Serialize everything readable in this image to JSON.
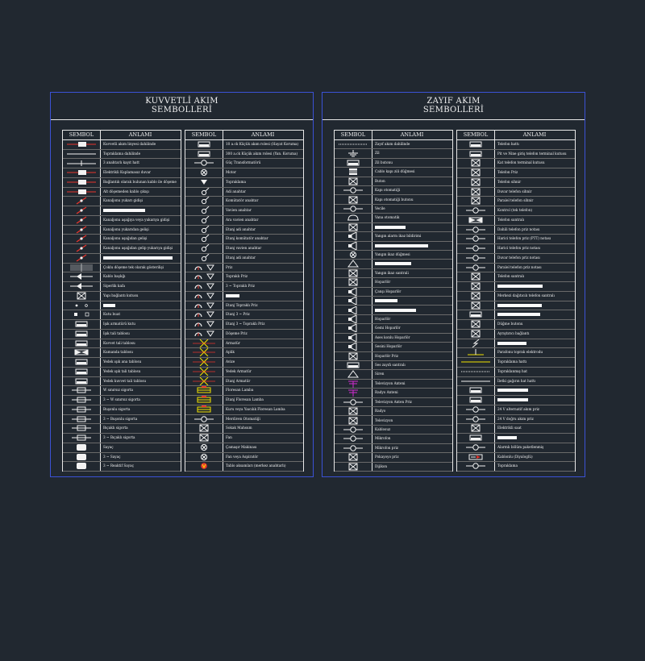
{
  "colors": {
    "background": "#212830",
    "frame": "#3b52d6",
    "line": "#e8e8e8",
    "text": "#f2f2f2"
  },
  "sheets": [
    {
      "title_lines": [
        "KUVVETLİ AKIM",
        "SEMBOLLERİ"
      ],
      "tables": [
        {
          "header": [
            "SEMBOL",
            "ANLAMI"
          ],
          "rows": [
            {
              "icon": "red-line",
              "text": "Kuvvetli akım linyesi dahilinde"
            },
            {
              "icon": "white-line",
              "text": "Topraklama dahilinde"
            },
            {
              "icon": "line-tick",
              "text": "3 anahtarlı kayıt hatt"
            },
            {
              "icon": "red-line",
              "text": "Elektrikli Kuplamasız duvar"
            },
            {
              "icon": "red-line",
              "text": "Bağlantılı olarak bulunan kablo ile döşeme"
            },
            {
              "icon": "red-line",
              "text": "Alt döşemeden kablo çıkışı"
            },
            {
              "icon": "red-diag",
              "text": "Kanaljonu yukarı gidişi"
            },
            {
              "icon": "red-diag",
              "bar": 55
            },
            {
              "icon": "red-diag",
              "text": "Kanaljonu aşağıya veya yukarıya gidişi"
            },
            {
              "icon": "red-diag",
              "text": "Kanaljonu yukarıdan gelişi"
            },
            {
              "icon": "red-diag",
              "text": "Kanaljonu aşağıdan gelişi"
            },
            {
              "icon": "red-diag",
              "text": "Kanaljonu aşağıdan gelip yukarıya gidişi"
            },
            {
              "icon": "red-diag",
              "bar": 92
            },
            {
              "icon": "multi-line",
              "text": "Çoklu döşeme tek olarak gösterilişi"
            },
            {
              "icon": "arrow-line",
              "text": "Kablo başlığı"
            },
            {
              "icon": "arrow-line",
              "text": "Siperlik kafa"
            },
            {
              "icon": "box-x",
              "text": "Yapı bağlantı kutusu"
            },
            {
              "icon": "dots",
              "bar": 16
            },
            {
              "icon": "small-squares",
              "text": "Kutu buat"
            },
            {
              "icon": "white-box",
              "text": "Işık armatürü kutu"
            },
            {
              "icon": "white-box",
              "text": "Işık tali tablosu"
            },
            {
              "icon": "white-box",
              "text": "Kuvvet tali tablosu"
            },
            {
              "icon": "bowtie",
              "text": "Kumanda tablosu"
            },
            {
              "icon": "white-box",
              "text": "Yedek ışık ana tablosu"
            },
            {
              "icon": "white-box",
              "text": "Yedek ışık tali tablosu"
            },
            {
              "icon": "white-box",
              "text": "Yedek kuvvet tali tablosu"
            },
            {
              "icon": "fuse",
              "text": "W sınırsız sigorta"
            },
            {
              "icon": "fuse",
              "text": "3 ~ W sınırsız sigorta"
            },
            {
              "icon": "fuse",
              "text": "Buşonlu sigorta"
            },
            {
              "icon": "fuse",
              "text": "3 ~ Buşonlu sigorta"
            },
            {
              "icon": "fuse",
              "text": "Bıçaklı sigorta"
            },
            {
              "icon": "fuse",
              "text": "3 ~ Bıçaklı sigorta"
            },
            {
              "icon": "scroll",
              "text": "Sayaç"
            },
            {
              "icon": "scroll",
              "text": "3 ~ Sayaç"
            },
            {
              "icon": "scroll",
              "text": "3 ~ Reaktif Sayaç"
            }
          ]
        },
        {
          "header": [
            "SEMBOL",
            "ANLAMI"
          ],
          "rows": [
            {
              "icon": "white-box",
              "text": "10 a.ck Küçük akım rolesi (Hayat Koruma)"
            },
            {
              "icon": "white-box",
              "text": "300 a.ck Küçük akım rolesi (Yan. Koruma)"
            },
            {
              "icon": "circle-line",
              "text": "Güç Transformatörü"
            },
            {
              "icon": "circle-x",
              "text": "Motor"
            },
            {
              "icon": "heart",
              "text": "Topraklama"
            },
            {
              "icon": "lamp",
              "text": "Adi anahtar"
            },
            {
              "icon": "lamp",
              "text": "Komütatör anahtar"
            },
            {
              "icon": "lamp",
              "text": "Vavien anahtar"
            },
            {
              "icon": "lamp",
              "text": "Ara vavien anahtar"
            },
            {
              "icon": "lamp",
              "text": "Etanj adi anahtar"
            },
            {
              "icon": "lamp",
              "text": "Etanj komütatör anahtar"
            },
            {
              "icon": "lamp",
              "text": "Etanj vavien anahtar"
            },
            {
              "icon": "lamp",
              "text": "Etanj adi anahtar"
            },
            {
              "icon": "socket-red",
              "text": "Priz"
            },
            {
              "icon": "socket-red",
              "text": "Topraklı Priz"
            },
            {
              "icon": "socket-red",
              "text": "3 ~ Topraklı Priz"
            },
            {
              "icon": "socket-red",
              "bar": 18
            },
            {
              "icon": "socket-red",
              "text": "Etanj Topraklı Priz"
            },
            {
              "icon": "socket-red",
              "text": "Etanj 3 ~ Priz"
            },
            {
              "icon": "socket-red",
              "text": "Etanj 3 ~ Topraklı Priz"
            },
            {
              "icon": "socket-red",
              "text": "Döşeme Priz"
            },
            {
              "icon": "cross-yellow",
              "text": "Armatür"
            },
            {
              "icon": "cross-yellow",
              "text": "Aplik"
            },
            {
              "icon": "cross-yellow",
              "text": "Avize"
            },
            {
              "icon": "cross-yellow",
              "text": "Yedek Armatür"
            },
            {
              "icon": "cross-yellow",
              "text": "Etanj Armatür"
            },
            {
              "icon": "fluor-yellow",
              "text": "Floresan Lamba"
            },
            {
              "icon": "fluor-yellow",
              "text": "Etanj Floresan Lamba"
            },
            {
              "icon": "fluor-yellow",
              "text": "Kuru veya Yaıcılık Floresan Lamba"
            },
            {
              "icon": "circle-line",
              "text": "Merdiven Otomatiği"
            },
            {
              "icon": "box-x",
              "text": "Sokak Mahsum"
            },
            {
              "icon": "box-x",
              "text": "Fan"
            },
            {
              "icon": "circle-x",
              "text": "Çamaşır Makinası"
            },
            {
              "icon": "circle-x",
              "text": "Fan veya Aspiratör"
            },
            {
              "icon": "circle-red",
              "text": "Tablo aksamları (merkez anahtarlı)"
            }
          ]
        }
      ]
    },
    {
      "title_lines": [
        "ZAYIF AKIM",
        "SEMBOLLERİ"
      ],
      "tables": [
        {
          "header": [
            "SEMBOL",
            "ANLAMI"
          ],
          "rows": [
            {
              "icon": "dotted-line",
              "text": "Zayıf akım dahilinde"
            },
            {
              "icon": "ground",
              "text": "Zil"
            },
            {
              "icon": "white-box",
              "text": "Zil butonu"
            },
            {
              "icon": "stack",
              "text": "Cablo kapı zili düğmesi"
            },
            {
              "icon": "box-x",
              "text": "Buton"
            },
            {
              "icon": "circle-line",
              "text": "Kapı otomatiği"
            },
            {
              "icon": "box-x",
              "text": "Kapı otomatiği butonu"
            },
            {
              "icon": "circle-line",
              "text": "Vecile"
            },
            {
              "icon": "bell",
              "text": "Vana otomatik"
            },
            {
              "icon": "box-x",
              "bar": 40
            },
            {
              "icon": "speaker",
              "text": "Yangın alarm ikaz bildirimi"
            },
            {
              "icon": "speaker",
              "bar": 70
            },
            {
              "icon": "circle-x",
              "text": "Yangın ikaz düğmesi"
            },
            {
              "icon": "triangle",
              "bar": 48
            },
            {
              "icon": "box-x",
              "text": "Yangın ikaz santrali"
            },
            {
              "icon": "box-x",
              "text": "Hoparlör"
            },
            {
              "icon": "speaker",
              "text": "Çanşı Hoparlör"
            },
            {
              "icon": "speaker",
              "bar": 30
            },
            {
              "icon": "speaker",
              "bar": 54
            },
            {
              "icon": "speaker",
              "text": "Hoparlör"
            },
            {
              "icon": "speaker",
              "text": "Gemi Hoparlör"
            },
            {
              "icon": "speaker",
              "text": "Ases konlu Hoparlör"
            },
            {
              "icon": "speaker",
              "text": "Sesini Hoparlör"
            },
            {
              "icon": "box-x",
              "text": "Hoparlör Priz"
            },
            {
              "icon": "white-box",
              "text": "Ses zayıfı santralı"
            },
            {
              "icon": "triangle",
              "text": "Siren"
            },
            {
              "icon": "antenna",
              "text": "Televizyon Anteni"
            },
            {
              "icon": "antenna",
              "text": "Radyo Anteni"
            },
            {
              "icon": "circle-line",
              "text": "Televizyon Anten Priz"
            },
            {
              "icon": "box-x",
              "text": "Radyo"
            },
            {
              "icon": "box-x",
              "text": "Televizyon"
            },
            {
              "icon": "circle-line",
              "text": "Kablosuz"
            },
            {
              "icon": "circle-line",
              "text": "Mikrofon"
            },
            {
              "icon": "circle-line",
              "text": "Mikrofon priz"
            },
            {
              "icon": "box-x",
              "text": "Pokayoyo priz"
            },
            {
              "icon": "box-x",
              "text": "Dijikon"
            }
          ]
        },
        {
          "header": [
            "SEMBOL",
            "ANLAMI"
          ],
          "rows": [
            {
              "icon": "white-box",
              "text": "Telefon hattı"
            },
            {
              "icon": "white-box",
              "text": "Pit ve Nine giriş telefon terminal kutusu"
            },
            {
              "icon": "box-x",
              "text": "Kat telefon terminal kutusu"
            },
            {
              "icon": "box-x",
              "text": "Telefon Priz"
            },
            {
              "icon": "box-x",
              "text": "Telefon sihnir"
            },
            {
              "icon": "box-x",
              "text": "Duvar telefon sihnir"
            },
            {
              "icon": "box-x",
              "text": "Paralel telefon sihnir"
            },
            {
              "icon": "circle-line",
              "text": "Kontrol (tek telefon)"
            },
            {
              "icon": "bowtie",
              "text": "Telefon santralı"
            },
            {
              "icon": "circle-line",
              "text": "Dahili telefon priz notası"
            },
            {
              "icon": "circle-line",
              "text": "Harici telefon priz (PTT) notası"
            },
            {
              "icon": "circle-line",
              "text": "Harici telefon priz notası"
            },
            {
              "icon": "circle-line",
              "text": "Duvar telefon priz notası"
            },
            {
              "icon": "circle-line",
              "text": "Paralel telefon priz notası"
            },
            {
              "icon": "box-x",
              "text": "Telefon santralı"
            },
            {
              "icon": "box-x",
              "bar": 60
            },
            {
              "icon": "box-x",
              "text": "Merkezi dağıtıcılı telefon santralı"
            },
            {
              "icon": "box-x",
              "bar": 58
            },
            {
              "icon": "white-box",
              "bar": 56
            },
            {
              "icon": "box-x",
              "text": "Düğme butonu"
            },
            {
              "icon": "box-x",
              "text": "Ayrıştırıcı bağlantı"
            },
            {
              "icon": "lightning",
              "bar": 38
            },
            {
              "icon": "ground-yellow",
              "text": "Parafonu toprak elektrodu"
            },
            {
              "icon": "yellow-line",
              "text": "Topraklama hattı"
            },
            {
              "icon": "dotted-line",
              "text": "Topraklanmış hat"
            },
            {
              "icon": "white-line",
              "text": "İletki gağırın hat hattı"
            },
            {
              "icon": "white-box",
              "bar": 40
            },
            {
              "icon": "white-box",
              "bar": 40
            },
            {
              "icon": "circle-line",
              "text": "24 V alternatif akım priz"
            },
            {
              "icon": "circle-line",
              "text": "24 V doğru akım priz"
            },
            {
              "icon": "box-x",
              "text": "Elektrikli saat"
            },
            {
              "icon": "white-box",
              "bar": 26
            },
            {
              "icon": "circle-line",
              "text": "Alarmlı bölüm paketlenmiş"
            },
            {
              "icon": "red-box",
              "text": "Kablonlu (Diyaloglü)"
            },
            {
              "icon": "circle-line",
              "text": "Topraklama"
            }
          ]
        }
      ]
    }
  ]
}
